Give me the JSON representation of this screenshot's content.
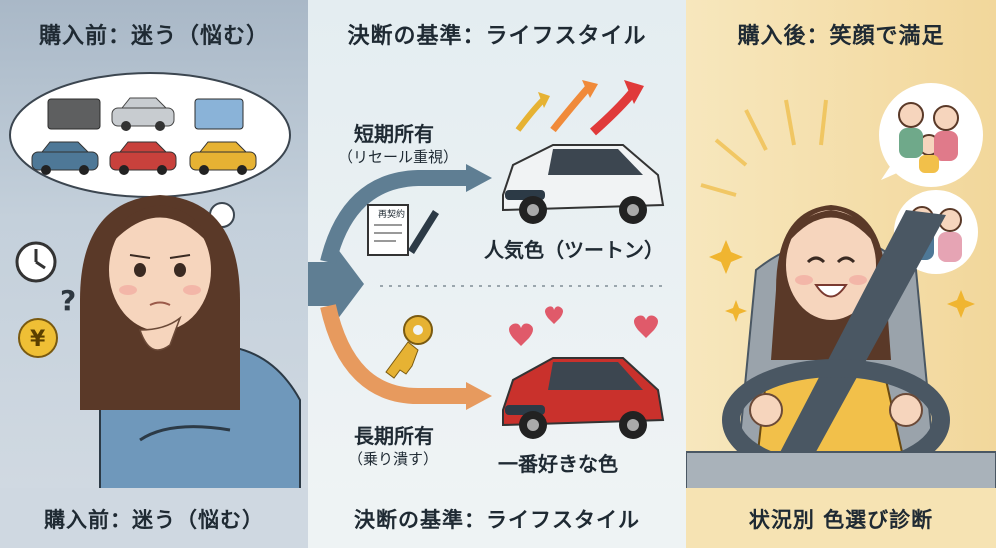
{
  "left": {
    "header": "購入前：迷う（悩む）",
    "footer": "購入前：迷う（悩む）",
    "icons": [
      "clock-icon",
      "question-mark-icon",
      "yen-coin-icon"
    ],
    "thought_bubble_colors": [
      "#5e5f60",
      "#c8ccd0",
      "#8ab3d8",
      "#4e7897",
      "#c8413c",
      "#e6b233"
    ]
  },
  "middle": {
    "header": "決断の基準：ライフスタイル",
    "footer": "決断の基準：ライフスタイル",
    "short_term": {
      "title": "短期所有",
      "subtitle": "（リセール重視）",
      "caption": "人気色（ツートン）",
      "contract_text": "再契約"
    },
    "long_term": {
      "title": "長期所有",
      "subtitle": "（乗り潰す）",
      "caption": "一番好きな色"
    },
    "colors": {
      "arrow_blue": "#5f7e93",
      "arrow_orange": "#e79a5e",
      "car_white": "#f1f3f4",
      "car_red": "#c9312c"
    }
  },
  "right": {
    "header": "購入後：笑顔で満足",
    "footer": "状況別 色選び診断",
    "colors": {
      "shirt": "#f2c04a",
      "steering": "#4a5763"
    }
  }
}
